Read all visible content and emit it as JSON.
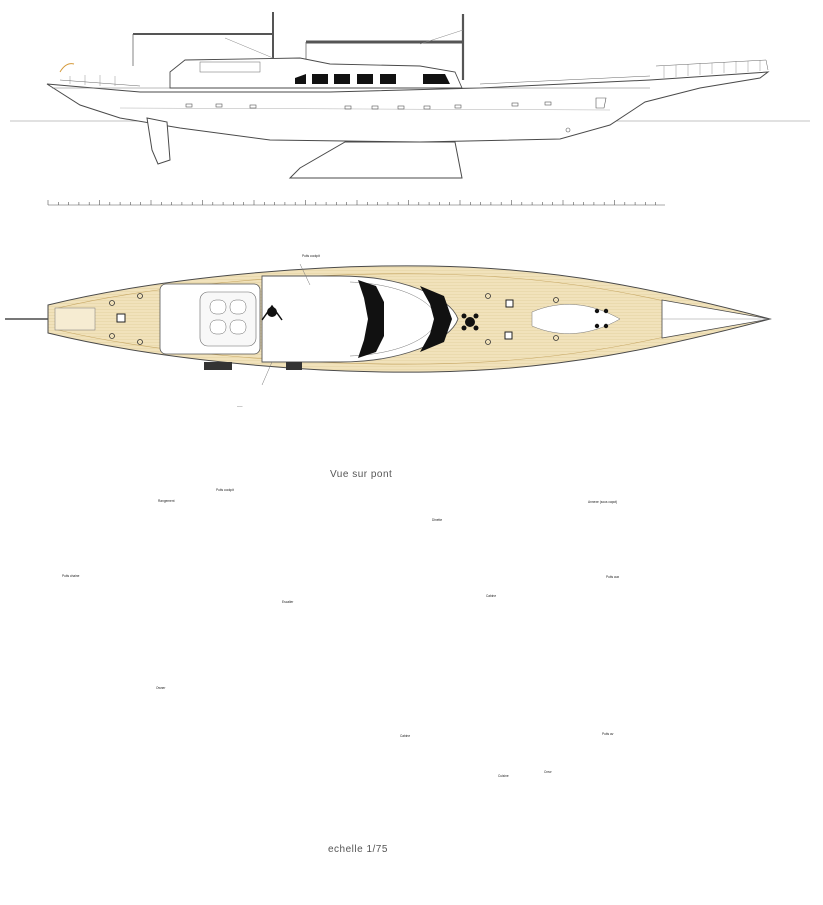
{
  "captions": {
    "deck_view": "Vue sur pont",
    "scale": "echelle 1/75"
  },
  "callouts": {
    "cockpit_top": "Puits cockpit",
    "cockpit_mid": "Puits cockpit",
    "gear_locker": "Rangement",
    "anchor_chain": "Puits chaine",
    "stair": "Escalier",
    "forward_hatch": "Annexe (sous capot)",
    "forward_locker": "Puits aux",
    "deckhouse": "Dinette",
    "guest_mid": "Cabine",
    "lower_owner": "Owner",
    "lower_cabin": "Cabine",
    "lower_gallery": "Cuisine",
    "lower_crew": "Crew",
    "lower_fore": "Puits av"
  },
  "colors": {
    "teak": "#e9d7a6",
    "teak_edge": "#c7a865",
    "line": "#4a4a4a",
    "glass": "#111111",
    "accent": "#d59a3a"
  }
}
